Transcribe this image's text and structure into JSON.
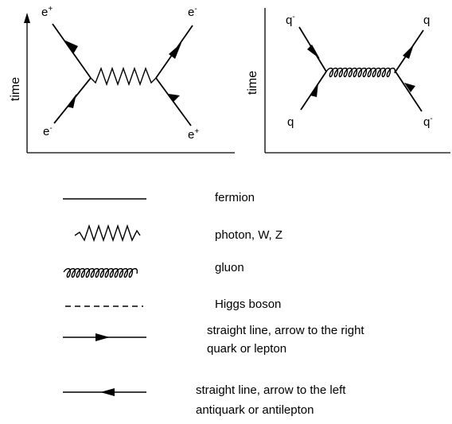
{
  "diagram_left": {
    "axis_label": "time",
    "top_left": "e",
    "top_left_sup": "+",
    "top_right": "e",
    "top_right_sup": "-",
    "bottom_left": "e",
    "bottom_left_sup": "-",
    "bottom_right": "e",
    "bottom_right_sup": "+"
  },
  "diagram_right": {
    "axis_label": "time",
    "top_left": "q",
    "top_left_sup": "-",
    "top_right": "q",
    "bottom_left": "q",
    "bottom_right": "q",
    "bottom_right_sup": "-"
  },
  "legend": [
    {
      "line1": "fermion"
    },
    {
      "line1": "photon, W, Z"
    },
    {
      "line1": "gluon"
    },
    {
      "line1": "Higgs boson"
    },
    {
      "line1": "straight line, arrow to the right",
      "line2": "quark or  lepton"
    },
    {
      "line1": "straight line, arrow to the left",
      "line2": "antiquark or antilepton"
    }
  ]
}
